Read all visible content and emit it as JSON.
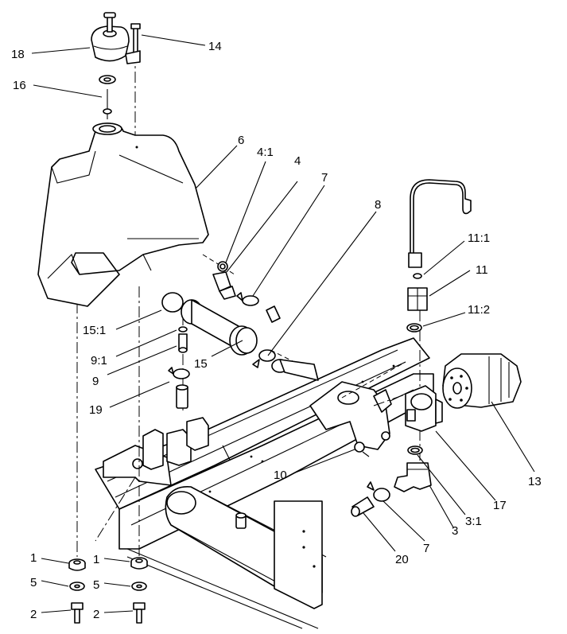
{
  "callouts": [
    {
      "id": "c18",
      "text": "18"
    },
    {
      "id": "c14",
      "text": "14"
    },
    {
      "id": "c16",
      "text": "16"
    },
    {
      "id": "c6",
      "text": "6"
    },
    {
      "id": "c41",
      "text": "4:1"
    },
    {
      "id": "c4",
      "text": "4"
    },
    {
      "id": "c7a",
      "text": "7"
    },
    {
      "id": "c8",
      "text": "8"
    },
    {
      "id": "c111",
      "text": "11:1"
    },
    {
      "id": "c11",
      "text": "11"
    },
    {
      "id": "c112",
      "text": "11:2"
    },
    {
      "id": "c151",
      "text": "15:1"
    },
    {
      "id": "c91",
      "text": "9:1"
    },
    {
      "id": "c15",
      "text": "15"
    },
    {
      "id": "c9",
      "text": "9"
    },
    {
      "id": "c19",
      "text": "19"
    },
    {
      "id": "c13",
      "text": "13"
    },
    {
      "id": "c17",
      "text": "17"
    },
    {
      "id": "c10",
      "text": "10"
    },
    {
      "id": "c31",
      "text": "3:1"
    },
    {
      "id": "c3",
      "text": "3"
    },
    {
      "id": "c7b",
      "text": "7"
    },
    {
      "id": "c20",
      "text": "20"
    },
    {
      "id": "c1a",
      "text": "1"
    },
    {
      "id": "c1b",
      "text": "1"
    },
    {
      "id": "c5a",
      "text": "5"
    },
    {
      "id": "c5b",
      "text": "5"
    },
    {
      "id": "c2a",
      "text": "2"
    },
    {
      "id": "c2b",
      "text": "2"
    }
  ]
}
